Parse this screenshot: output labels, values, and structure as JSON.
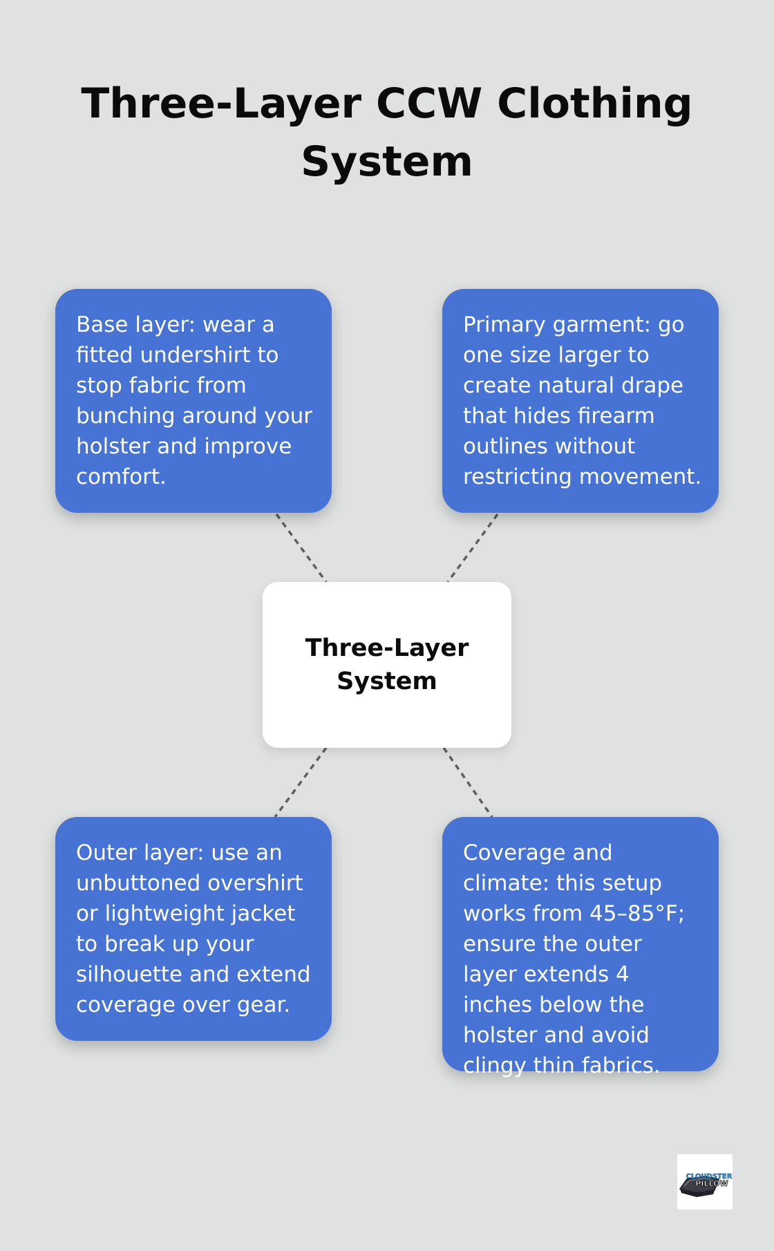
{
  "title": "Three-Layer CCW Clothing System",
  "center_label": "Three-Layer System",
  "cards": [
    {
      "id": "base-layer",
      "text": "Base layer: wear a fitted undershirt to stop fabric from bunching around your holster and improve comfort."
    },
    {
      "id": "primary-garment",
      "text": "Primary garment: go one size larger to create natural drape that hides firearm outlines without restricting movement."
    },
    {
      "id": "outer-layer",
      "text": "Outer layer: use an unbuttoned overshirt or lightweight jacket to break up your silhouette and extend coverage over gear."
    },
    {
      "id": "coverage-climate",
      "text": "Coverage and climate: this setup works from 45–85°F; ensure the outer layer extends 4 inches below the holster and avoid clingy thin fabrics."
    }
  ],
  "logo": {
    "text_line1": "CLOUDSTER",
    "text_line2": "PILLOW"
  },
  "colors": {
    "background": "#e0e1e1",
    "card_fill": "#4673d4",
    "card_text": "#ffffff",
    "center_fill": "#ffffff",
    "title_text": "#0b0b0b",
    "connector": "#5f5f5f"
  }
}
